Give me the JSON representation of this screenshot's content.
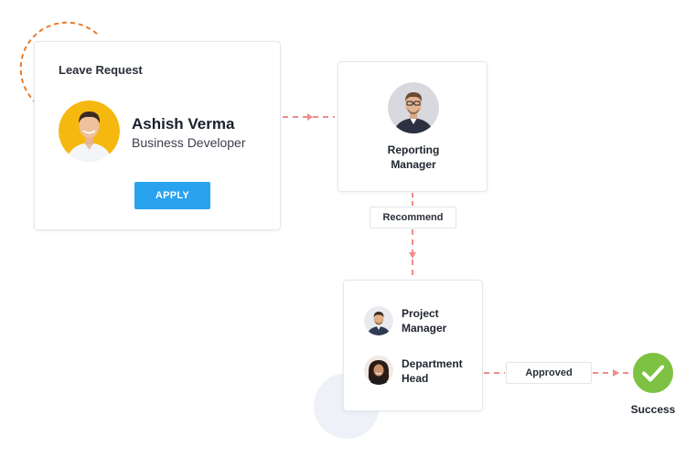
{
  "leave_request": {
    "title": "Leave Request",
    "employee_name": "Ashish Verma",
    "employee_role": "Business Developer",
    "apply_label": "APPLY"
  },
  "reporting_manager": {
    "label_line1": "Reporting",
    "label_line2": "Manager"
  },
  "recommend_tag": "Recommend",
  "approvers": {
    "project_manager_line1": "Project",
    "project_manager_line2": "Manager",
    "department_head_line1": "Department",
    "department_head_line2": "Head"
  },
  "approved_tag": "Approved",
  "success_label": "Success",
  "colors": {
    "accent_blue": "#2aa3ef",
    "connector_pink": "#f28b8b",
    "success_green": "#7dc242",
    "deco_orange": "#e8782b",
    "avatar_yellow": "#f5b80e"
  },
  "icons": [
    "check-icon",
    "avatar-ashish",
    "avatar-reporting-manager",
    "avatar-project-manager",
    "avatar-department-head"
  ]
}
